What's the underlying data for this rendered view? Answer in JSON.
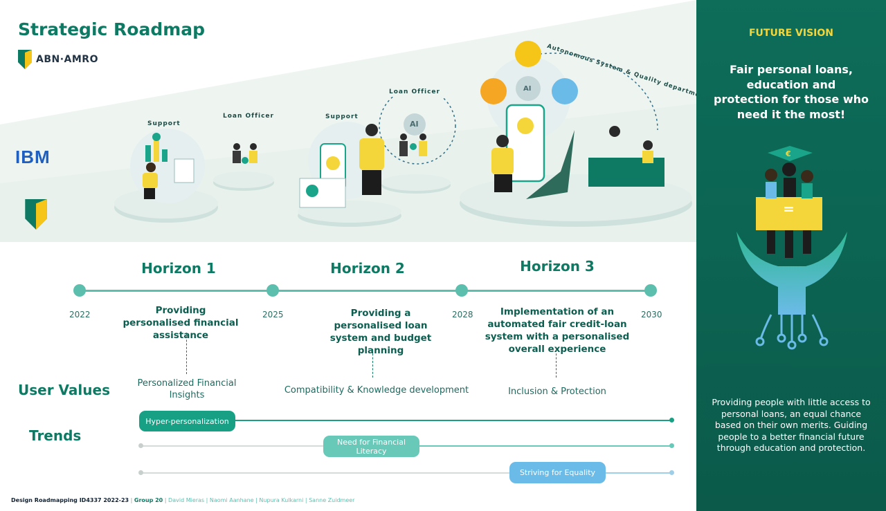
{
  "header": {
    "title": "Strategic Roadmap",
    "logo_name": "ABN·AMRO"
  },
  "side_logos": {
    "ibm": "IBM"
  },
  "illustration_labels": {
    "h1_support": "Support",
    "h1_officer": "Loan Officer",
    "h2_support": "Support",
    "h2_officer": "Loan Officer",
    "h3_dept": "Autonomous System & Quality department",
    "ai": "AI"
  },
  "timeline": {
    "years": [
      "2022",
      "2025",
      "2028",
      "2030"
    ],
    "horizons": [
      {
        "title": "Horizon 1",
        "description": "Providing personalised financial assistance",
        "user_value": "Personalized Financial Insights"
      },
      {
        "title": "Horizon 2",
        "description": "Providing a personalised loan system and budget planning",
        "user_value": "Compatibility & Knowledge development"
      },
      {
        "title": "Horizon 3",
        "description": "Implementation of an automated fair credit-loan system with a personalised overall experience",
        "user_value": "Inclusion & Protection"
      }
    ]
  },
  "rows": {
    "user_values_label": "User Values",
    "trends_label": "Trends"
  },
  "trends": [
    {
      "label": "Hyper-personalization",
      "color": "#18a085"
    },
    {
      "label": "Need for Financial Literacy",
      "color": "#69c9b9"
    },
    {
      "label": "Striving for Equality",
      "color": "#6bbbe8"
    }
  ],
  "footer": {
    "course": "Design Roadmapping ID4337 2022-23",
    "group": "Group 20",
    "members": "David Mieras | Naomi Aanhane | Nupura Kulkarni | Sanne Zuidmeer"
  },
  "future_vision": {
    "label": "FUTURE VISION",
    "headline": "Fair personal loans, education and protection for those who need it the most!",
    "description": "Providing people with little access to personal loans, an equal chance based on their own merits. Guiding people to a better financial future through education and protection.",
    "euro_symbol": "€",
    "equals_symbol": "="
  },
  "colors": {
    "brand_green": "#0e7a63",
    "panel_green": "#0d6d59",
    "yellow": "#f5d63a",
    "teal": "#5cbfae"
  }
}
